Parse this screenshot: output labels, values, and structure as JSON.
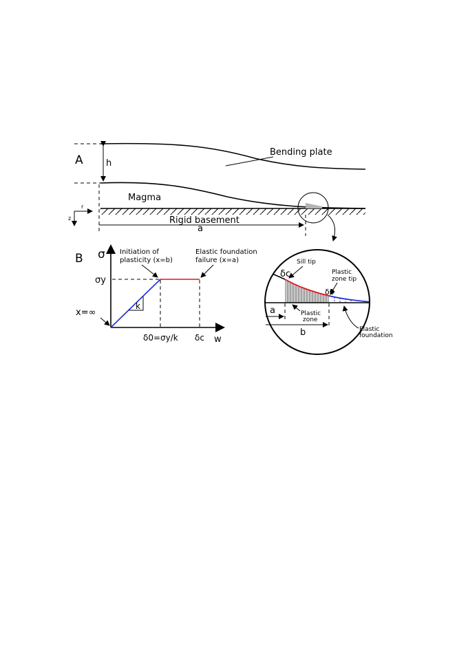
{
  "panel_a": {
    "label": "A",
    "thickness_label": "h",
    "plate_label": "Bending plate",
    "magma_label": "Magma",
    "basement_label": "Rigid basement",
    "radius_label": "a",
    "r_axis": "r",
    "z_axis": "z"
  },
  "panel_b": {
    "label": "B",
    "y_axis": "σ",
    "x_axis": "w",
    "sigma_y": "σy",
    "x_inf": "x=∞",
    "slope": "k",
    "delta0_tick": "δ0=σy/k",
    "deltac_tick": "δc",
    "plasticity_note_line1": "Initiation of",
    "plasticity_note_line2": "plasticity (x=b)",
    "failure_note_line1": "Elastic foundation",
    "failure_note_line2": "failure (x=a)"
  },
  "zoom": {
    "deltac": "δc",
    "delta0": "δ0",
    "sill_tip": "Sill tip",
    "plastic_tip_line1": "Plastic",
    "plastic_tip_line2": "zone tip",
    "a_label": "a",
    "b_label": "b",
    "plastic_zone_line1": "Plastic",
    "plastic_zone_line2": "zone",
    "elastic_line1": "Elastic",
    "elastic_line2": "foundation"
  },
  "colors": {
    "elastic_branch": "#1f2fd6",
    "plastic_branch": "#e0141c",
    "shading": "#a9a9a9"
  }
}
